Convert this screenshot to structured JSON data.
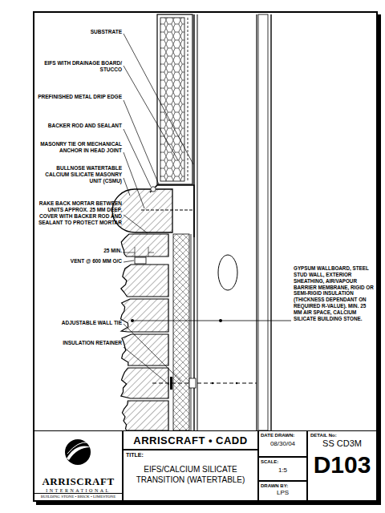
{
  "diagram": {
    "nodes": [
      {
        "text": [
          "ARRISCRAFT",
          "INTERNATIONAL",
          "BUILDING STONE • BRICK • LIMESTONE"
        ]
      },
      {
        "text": [
          "ARRISCRAFT • CADD"
        ]
      },
      {
        "text": [
          "TITLE:",
          "EIFS/CALCIUM SILICATE TRANSITION (WATERTABLE)"
        ]
      },
      {
        "text": [
          "DATE DRAWN:",
          "08/30/04"
        ]
      },
      {
        "text": [
          "SCALE:",
          "1:5"
        ]
      },
      {
        "text": [
          "DRAWN BY:",
          "LPS"
        ]
      },
      {
        "text": [
          "DETAIL No:",
          "SS CD3M",
          "D103"
        ]
      }
    ],
    "labels": [
      "SUBSTRATE",
      "EIFS WITH DRAINAGE BOARD/ STUCCO",
      "PREFINISHED METAL DRIP EDGE",
      "BACKER ROD AND SEALANT",
      "MASONRY TIE OR MECHANICAL ANCHOR IN HEAD JOINT",
      "BULLNOSE WATERTABLE CALCIUM SILICATE MASONRY UNIT (CSMU)",
      "RAKE BACK MORTAR BETWEEN UNITS APPROX. 25 MM DEEP. COVER WITH BACKER ROD AND SEALANT TO PROTECT MORTAR",
      "25 MIN.",
      "VENT @ 600 MM O/C",
      "ADJUSTABLE WALL TIE",
      "INSULATION RETAINER",
      "GYPSUM WALLBOARD, STEEL STUD WALL, EXTERIOR SHEATHING, AIR/VAPOUR BARRIER MEMBRANE, RIGID OR SEMI-RIGID INSULATION (THICKNESS DEPENDANT ON REQUIRED R-VALUE). MIN. 25 MM AIR SPACE, CALCIUM SILICATE BUILDING STONE."
    ]
  }
}
